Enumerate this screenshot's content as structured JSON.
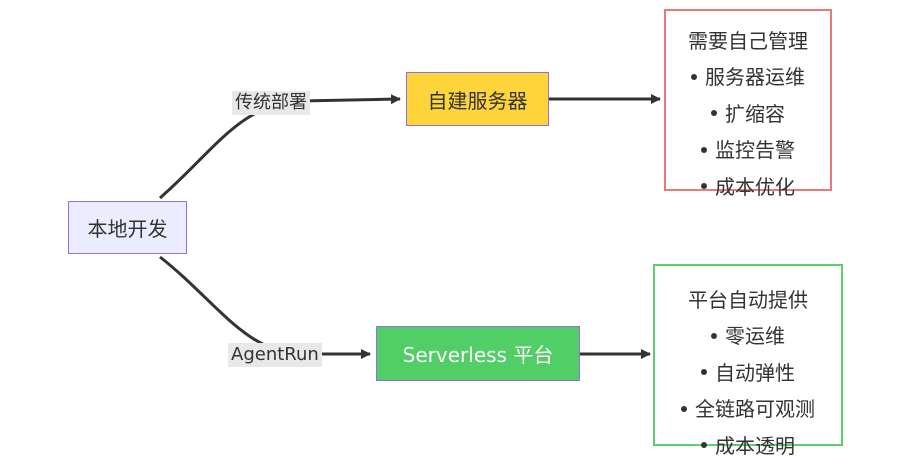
{
  "nodes": {
    "local_dev": {
      "label": "本地开发"
    },
    "self_server": {
      "label": "自建服务器"
    },
    "serverless": {
      "label": "Serverless 平台"
    }
  },
  "edges": {
    "traditional": {
      "label": "传统部署"
    },
    "agentrun": {
      "label": "AgentRun"
    }
  },
  "boxes": {
    "manage": {
      "title": "需要自己管理",
      "items": [
        "服务器运维",
        "扩缩容",
        "监控告警",
        "成本优化"
      ],
      "border_color": "#e87a7a"
    },
    "provide": {
      "title": "平台自动提供",
      "items": [
        "零运维",
        "自动弹性",
        "全链路可观测",
        "成本透明"
      ],
      "border_color": "#5ccf6c"
    }
  },
  "colors": {
    "local_dev_fill": "#ececff",
    "local_dev_border": "#9370db",
    "self_server_fill": "#ffd43b",
    "serverless_fill": "#51cf66",
    "node_border": "#9370db",
    "edge": "#333333"
  }
}
